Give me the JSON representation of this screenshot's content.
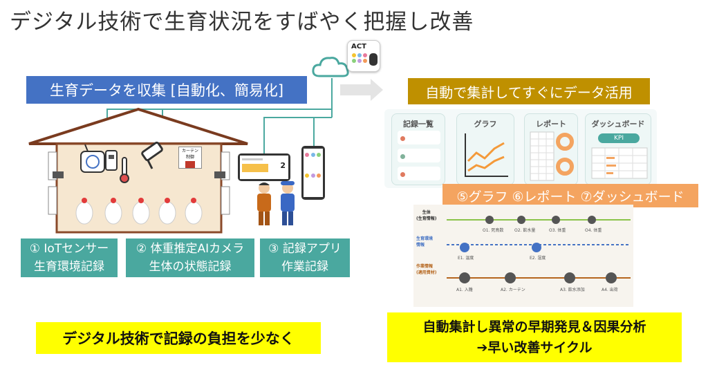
{
  "title": "デジタル技術で生育状況をすばやく把握し改善",
  "collect_banner": "生育データを収集 [自動化、簡易化]",
  "auto_banner": "自動で集計してすぐにデータ活用",
  "cloud": {
    "logo_text": "ACT"
  },
  "barn": {
    "card_title": "カーテン",
    "card_sub": "制御"
  },
  "tablet": {
    "value": "2"
  },
  "features": [
    {
      "line1": "① IoTセンサー",
      "line2": "生育環境記録"
    },
    {
      "line1": "② 体重推定AIカメラ",
      "line2": "生体の状態記録"
    },
    {
      "line1": "③ 記録アプリ",
      "line2": "作業記録"
    }
  ],
  "screens": [
    {
      "title": "記録一覧"
    },
    {
      "title": "グラフ"
    },
    {
      "title": "レポート"
    },
    {
      "title": "ダッシュボード",
      "kpi": "KPI"
    }
  ],
  "outputs_banner": "⑤グラフ ⑥レポート ⑦ダッシュボード",
  "timeline": {
    "rows": [
      {
        "label1": "生体",
        "label2": "(生育情報)"
      },
      {
        "label1": "生育環境",
        "label2": "情報"
      },
      {
        "label1": "作業情報",
        "label2": "(適用資材)"
      }
    ],
    "top_events": [
      "O1. 死鳥数",
      "O2. 飲水量",
      "O3. 体重",
      "O4. 体重"
    ],
    "mid_events": [
      "E1. 温度",
      "E2. 湿度"
    ],
    "bottom_events": [
      "A1. 入雛",
      "A2. カーテン",
      "A3. 飲水添加",
      "A4. 出荷"
    ]
  },
  "bottom_left": "デジタル技術で記録の負担を少なく",
  "bottom_right": {
    "line1": "自動集計し異常の早期発見＆因果分析",
    "line2": "➔早い改善サイクル"
  },
  "colors": {
    "blue": "#4472C4",
    "gold": "#BF9000",
    "orange": "#F4A460",
    "teal": "#4AA89F",
    "yellow": "#FFFF00"
  }
}
